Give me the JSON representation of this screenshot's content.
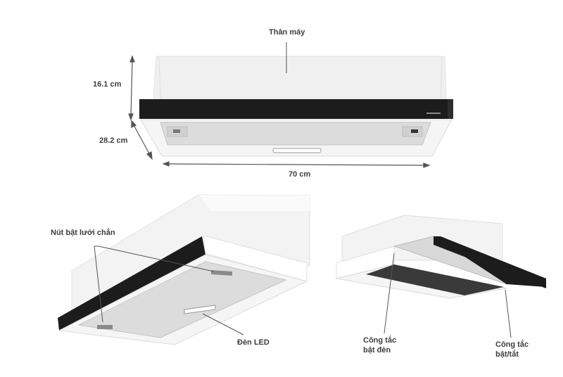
{
  "diagram": {
    "subject": "range-hood",
    "top_view": {
      "labels": {
        "body": "Thân máy",
        "height": "16.1 cm",
        "depth": "28.2 cm",
        "width": "70 cm"
      }
    },
    "left_view": {
      "labels": {
        "filter_release": "Nút bật lưới chắn",
        "led": "Đèn LED"
      }
    },
    "right_view": {
      "labels": {
        "light_switch_line1": "Công tắc",
        "light_switch_line2": "bật đèn",
        "power_switch_line1": "Công tắc",
        "power_switch_line2": "bật/tắt"
      }
    },
    "colors": {
      "body": "#efefef",
      "panel": "#1b1c1b",
      "filter": "#dcdcdc",
      "line": "#555555",
      "text": "#3d3d3d"
    }
  }
}
